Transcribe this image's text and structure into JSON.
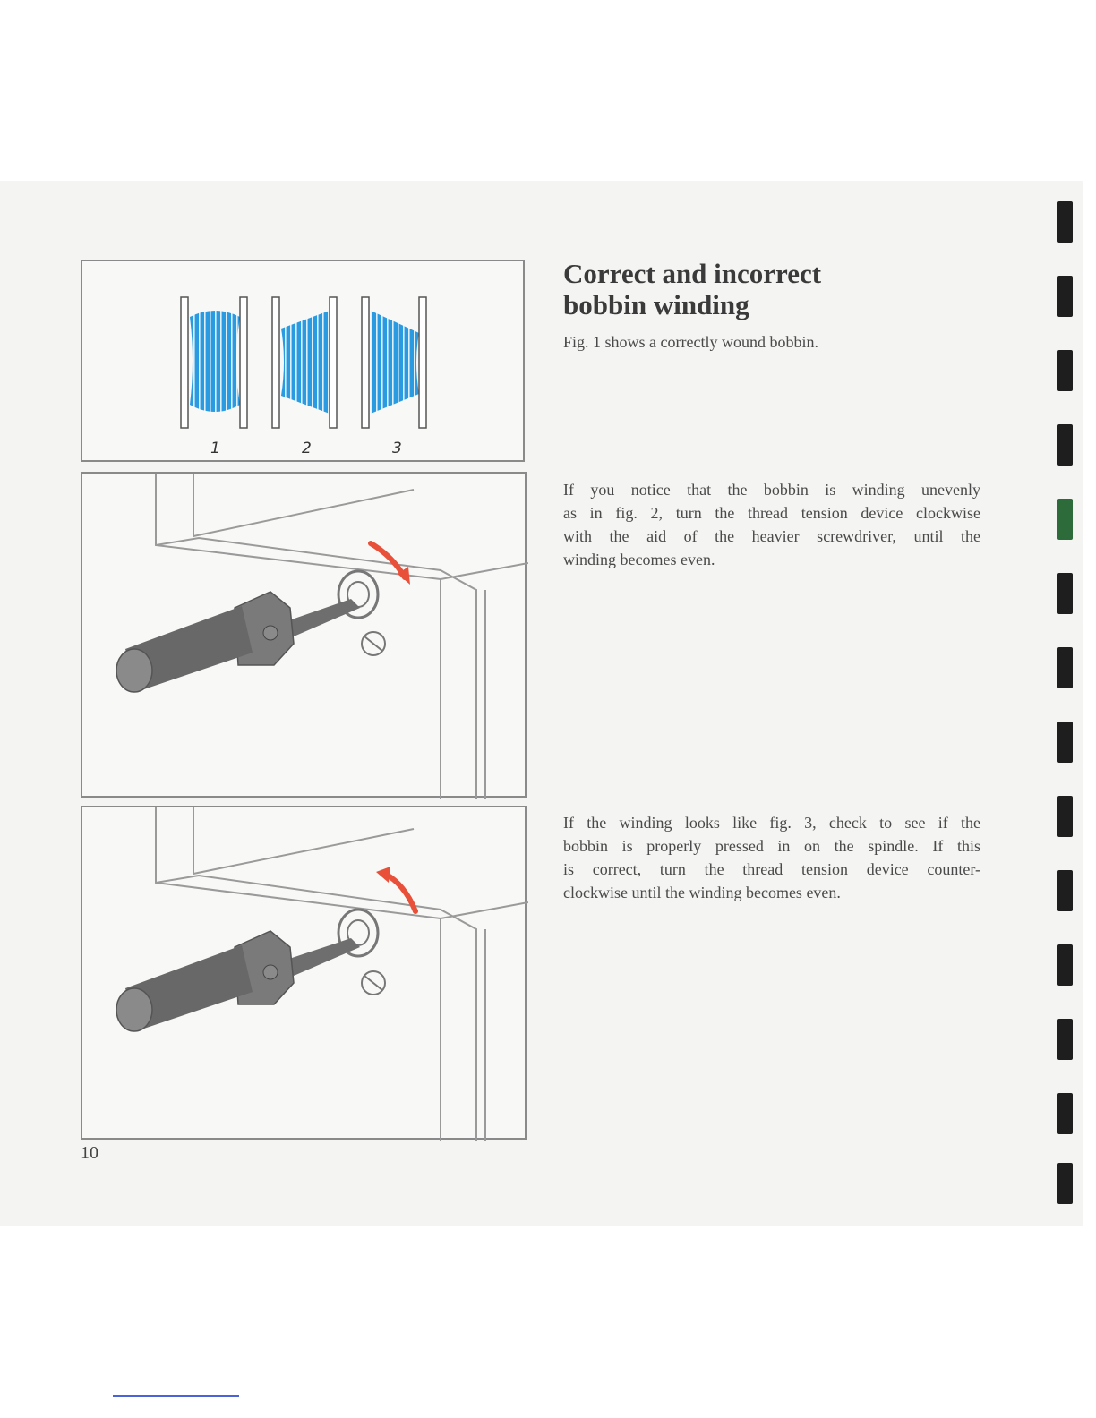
{
  "heading": {
    "line1": "Correct and incorrect",
    "line2": "bobbin winding"
  },
  "paragraphs": {
    "p1": [
      "Fig. 1 shows a correctly wound bobbin."
    ],
    "p2": [
      "If you notice that the bobbin is winding unevenly",
      "as in fig. 2, turn the thread tension device clockwise",
      "with the aid of the heavier screwdriver, until the",
      "winding becomes even."
    ],
    "p3": [
      "If the winding looks like fig. 3, check to see if the",
      "bobbin is properly pressed in on the spindle. If this",
      "is correct, turn the thread tension device counter-",
      "clockwise until the winding becomes even."
    ]
  },
  "figures": {
    "bobbin_labels": [
      "1",
      "2",
      "3"
    ]
  },
  "page_number": "10",
  "colors": {
    "thread_blue": "#2a9be0",
    "arrow_red": "#e8503a",
    "tab_mark": "#1e1e1e",
    "tab_mark_green": "#2d6b3a"
  },
  "icons": {
    "rotation_arrow_clockwise": "clockwise-arrow-icon",
    "rotation_arrow_counterclockwise": "counterclockwise-arrow-icon"
  }
}
